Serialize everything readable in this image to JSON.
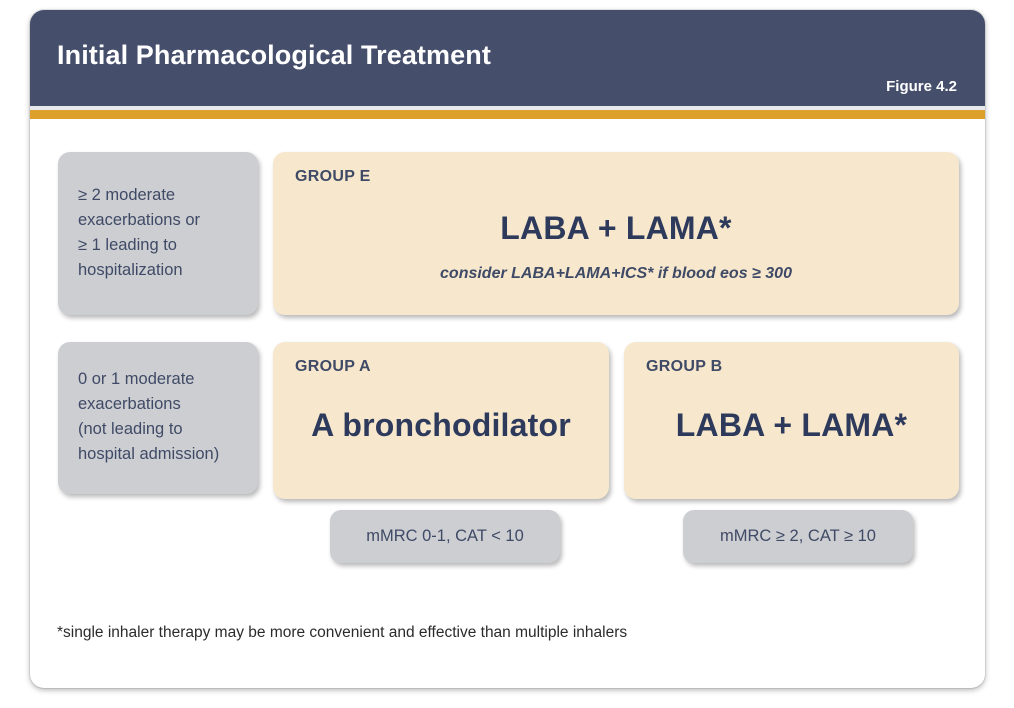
{
  "header": {
    "title": "Initial Pharmacological Treatment",
    "figure_label": "Figure 4.2",
    "background_color": "#454e6b",
    "accent_color": "#dda02b"
  },
  "criteria": {
    "high_risk": "≥ 2 moderate\nexacerbations or\n≥ 1 leading to\nhospitalization",
    "low_risk": "0 or 1 moderate\nexacerbations\n(not leading to\nhospital admission)"
  },
  "groups": {
    "e": {
      "label": "GROUP E",
      "treatment": "LABA + LAMA*",
      "note": "consider LABA+LAMA+ICS* if blood eos ≥ 300"
    },
    "a": {
      "label": "GROUP A",
      "treatment": "A bronchodilator"
    },
    "b": {
      "label": "GROUP B",
      "treatment": "LABA + LAMA*"
    }
  },
  "symptom_pills": {
    "a": "mMRC 0-1, CAT < 10",
    "b": "mMRC ≥ 2, CAT ≥ 10"
  },
  "footnote": "*single inhaler therapy may be more convenient and effective than multiple inhalers",
  "colors": {
    "box_beige": "#f7e8cd",
    "box_gray": "#cdced2",
    "text_navy": "#3f4a66",
    "treatment_navy": "#2e3a5c"
  }
}
